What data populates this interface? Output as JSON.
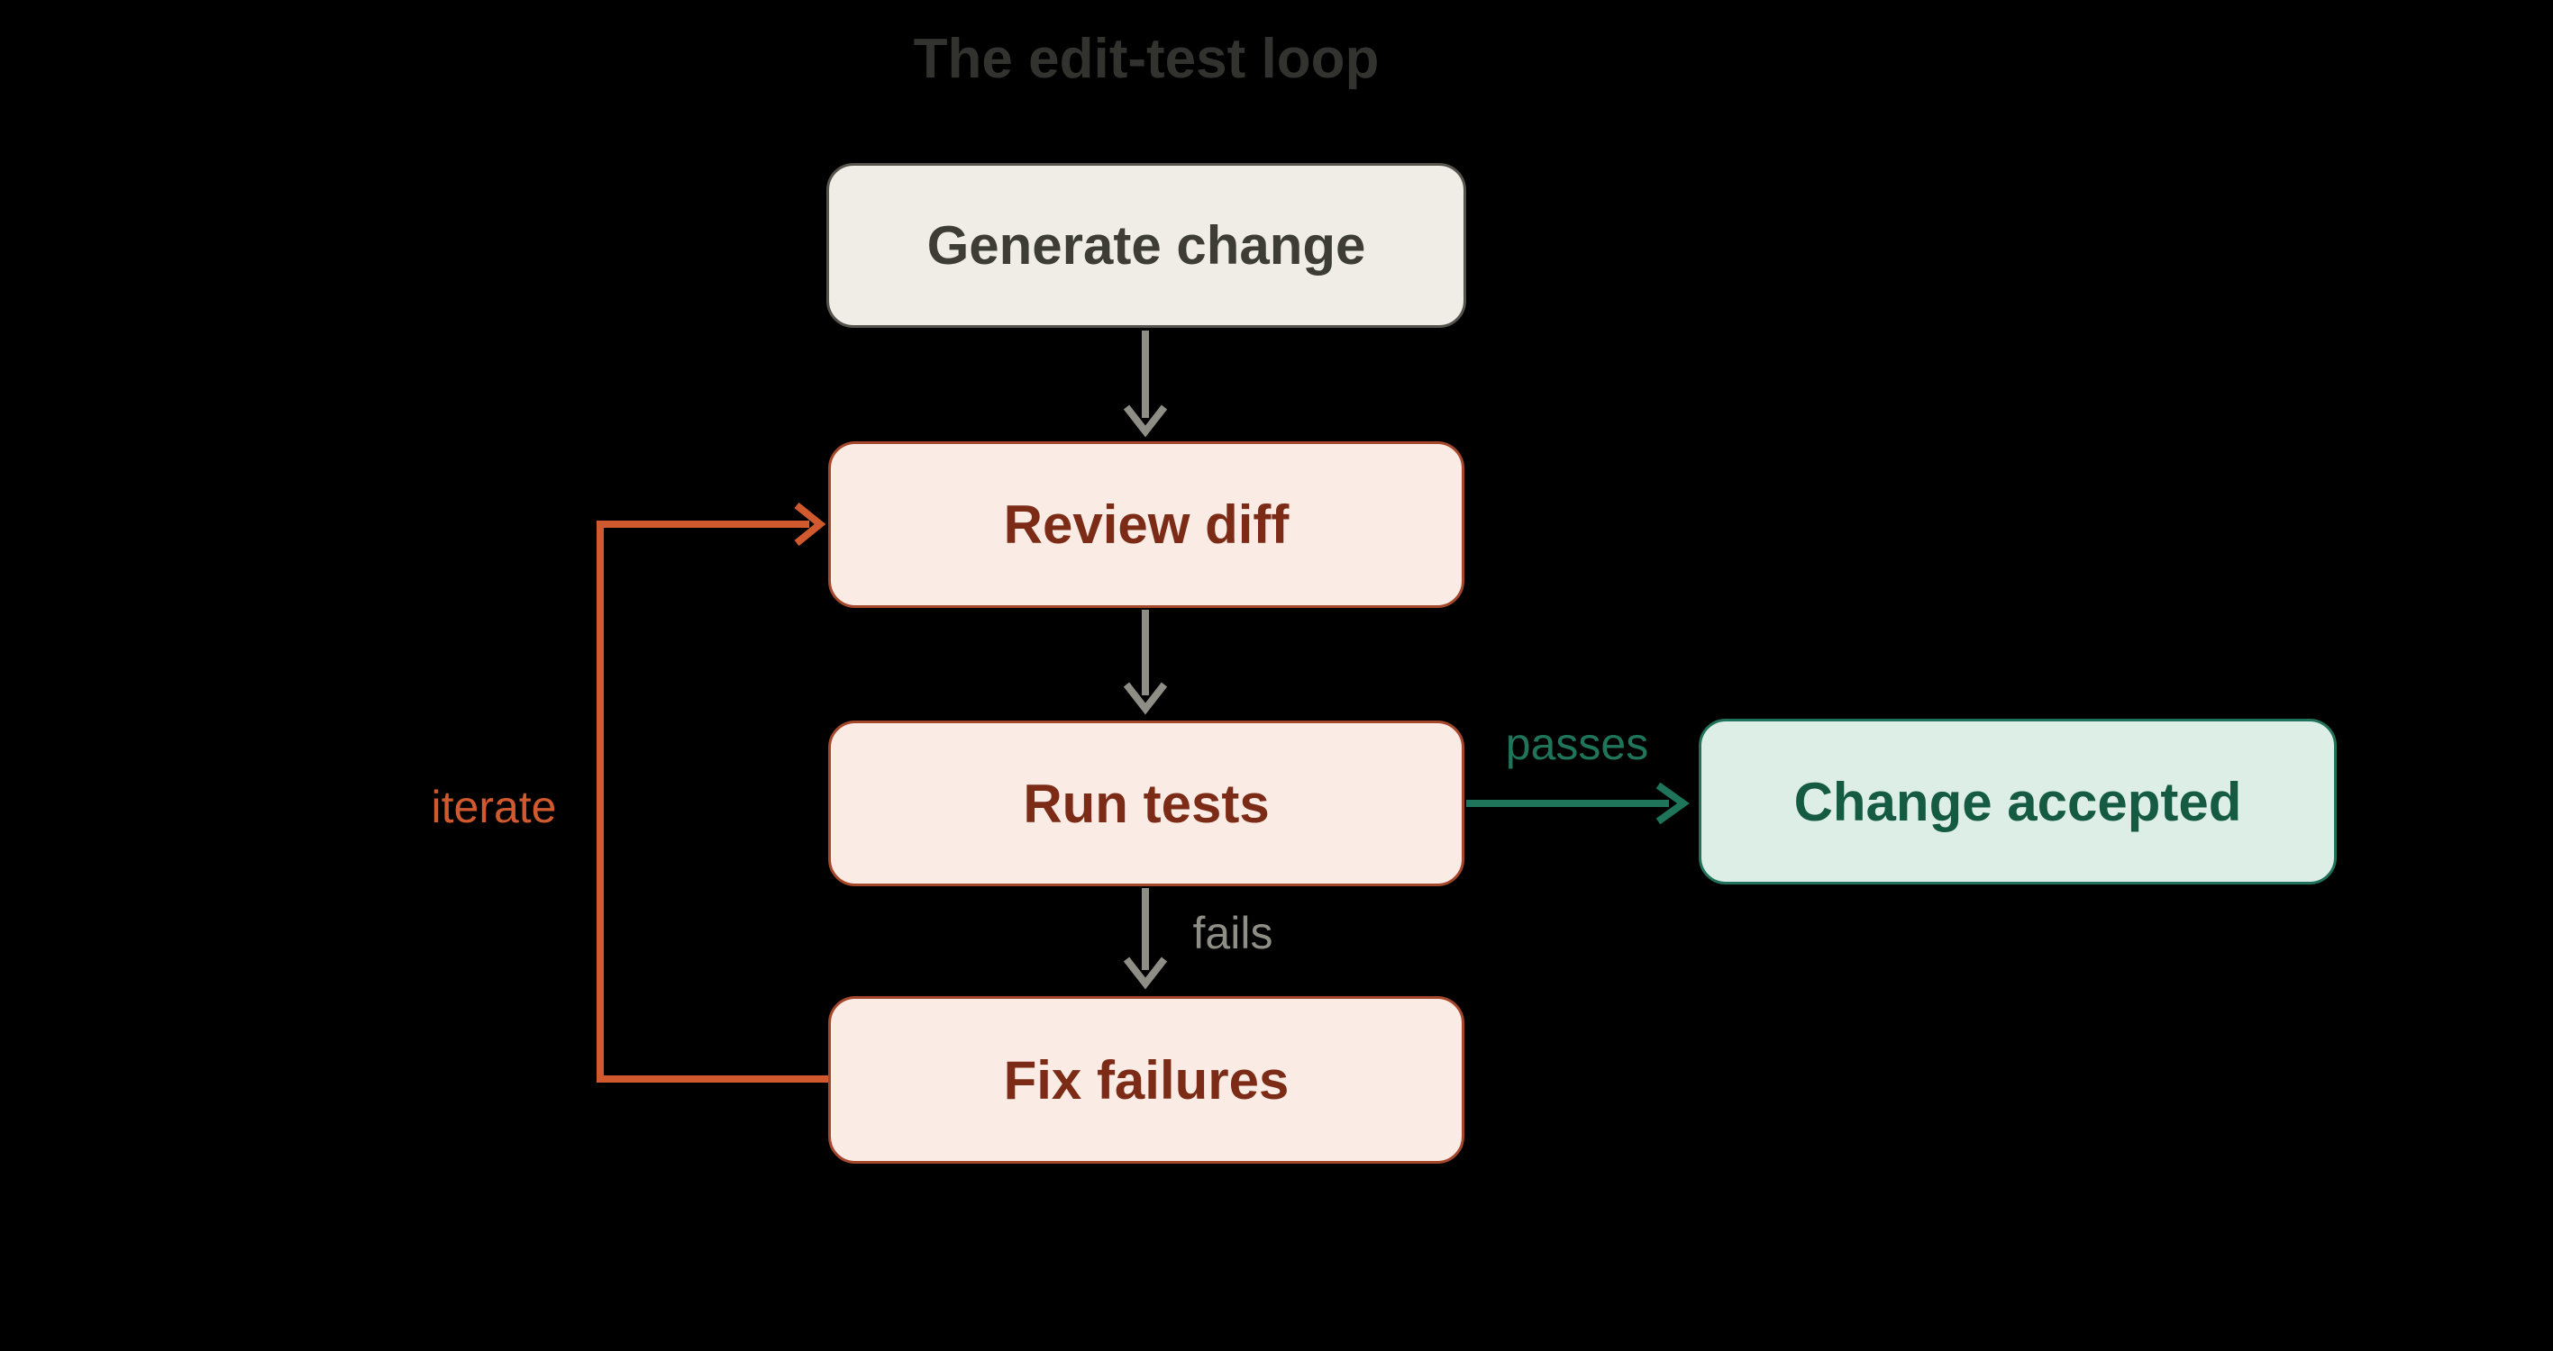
{
  "diagram": {
    "title": "The edit-test loop",
    "nodes": {
      "generate": {
        "label": "Generate change"
      },
      "review": {
        "label": "Review diff"
      },
      "run": {
        "label": "Run tests"
      },
      "fix": {
        "label": "Fix failures"
      },
      "accepted": {
        "label": "Change accepted"
      }
    },
    "edge_labels": {
      "passes": "passes",
      "fails": "fails",
      "iterate": "iterate"
    },
    "colors": {
      "background": "#000000",
      "title_text": "#32322f",
      "neutral_fill": "#efede5",
      "neutral_border": "#54544c",
      "neutral_text": "#3d3d36",
      "warm_fill": "#faebe4",
      "warm_border": "#a4472b",
      "warm_text": "#7b2b16",
      "success_fill": "#ddeee6",
      "success_border": "#20735a",
      "success_text": "#155b43",
      "arrow_gray": "#8e8e86",
      "arrow_green": "#1e755a",
      "arrow_orange": "#d0592e"
    }
  }
}
